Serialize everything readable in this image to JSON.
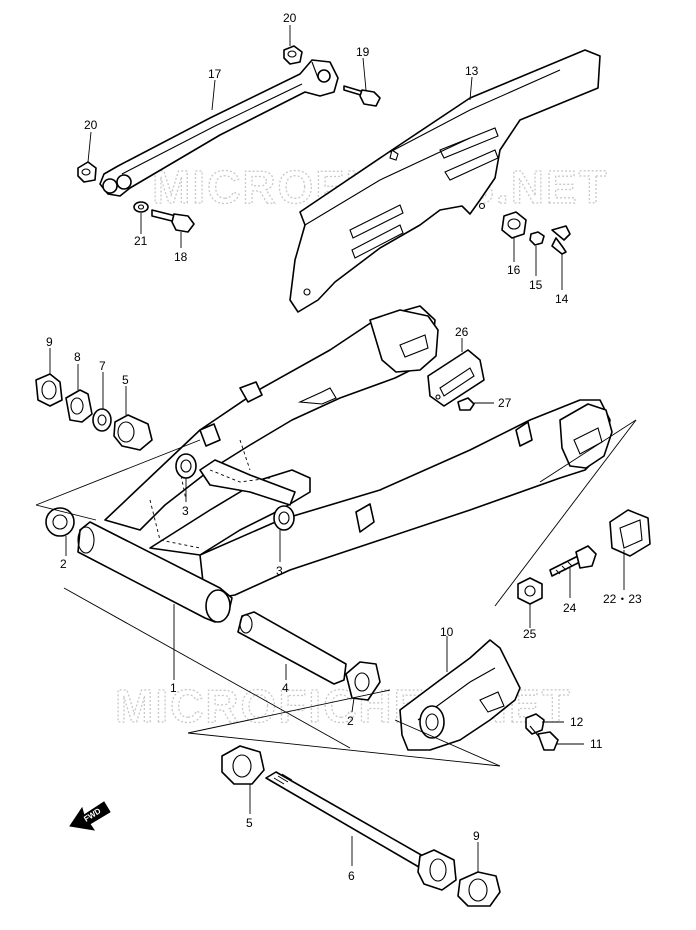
{
  "watermark": {
    "text": "MICROFICHES.NET",
    "color": "#c9c9c9"
  },
  "direction_arrow": {
    "label": "FWD",
    "icon": "forward-arrow-icon"
  },
  "callouts": [
    {
      "id": "c1",
      "label": "1"
    },
    {
      "id": "c2a",
      "label": "2"
    },
    {
      "id": "c2b",
      "label": "2"
    },
    {
      "id": "c3a",
      "label": "3"
    },
    {
      "id": "c3b",
      "label": "3"
    },
    {
      "id": "c4",
      "label": "4"
    },
    {
      "id": "c5a",
      "label": "5"
    },
    {
      "id": "c5b",
      "label": "5"
    },
    {
      "id": "c6",
      "label": "6"
    },
    {
      "id": "c7",
      "label": "7"
    },
    {
      "id": "c8",
      "label": "8"
    },
    {
      "id": "c9a",
      "label": "9"
    },
    {
      "id": "c9b",
      "label": "9"
    },
    {
      "id": "c10",
      "label": "10"
    },
    {
      "id": "c11",
      "label": "11"
    },
    {
      "id": "c12",
      "label": "12"
    },
    {
      "id": "c13",
      "label": "13"
    },
    {
      "id": "c14",
      "label": "14"
    },
    {
      "id": "c15",
      "label": "15"
    },
    {
      "id": "c16",
      "label": "16"
    },
    {
      "id": "c17",
      "label": "17"
    },
    {
      "id": "c18",
      "label": "18"
    },
    {
      "id": "c19",
      "label": "19"
    },
    {
      "id": "c20a",
      "label": "20"
    },
    {
      "id": "c20b",
      "label": "20"
    },
    {
      "id": "c21",
      "label": "21"
    },
    {
      "id": "c22",
      "label": "22・23"
    },
    {
      "id": "c24",
      "label": "24"
    },
    {
      "id": "c25",
      "label": "25"
    },
    {
      "id": "c26",
      "label": "26"
    },
    {
      "id": "c27",
      "label": "27"
    }
  ]
}
